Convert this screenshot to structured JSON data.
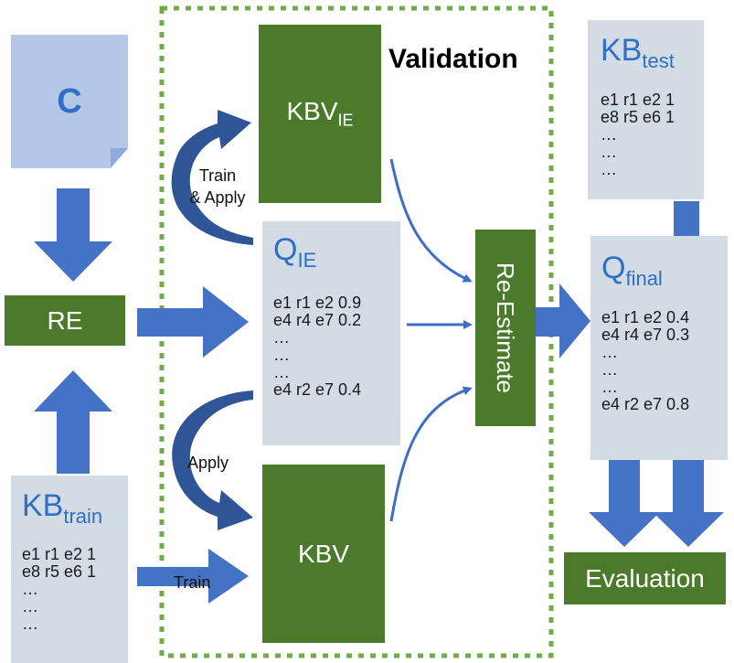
{
  "colors": {
    "green_box": "#4a7a2a",
    "grey_box": "#d3dbe5",
    "blue_arrow": "#3e6fc4",
    "dark_blue_arrow": "#2f5597",
    "dotted_border": "#70ad47",
    "title_blue": "#2e6fc7",
    "doc_blue": "#b4c7e7"
  },
  "corpus": {
    "label": "C"
  },
  "re": {
    "label": "RE"
  },
  "validation": {
    "label": "Validation"
  },
  "kbv_ie": {
    "label": "KBV",
    "sub": "IE"
  },
  "kbv": {
    "label": "KBV"
  },
  "re_estimate": {
    "label": "Re-Estimate"
  },
  "evaluation": {
    "label": "Evaluation"
  },
  "kb_test": {
    "title": "KB",
    "sub": "test",
    "lines": [
      "e1 r1 e2 1",
      "e8 r5 e6 1",
      "…",
      "…",
      "…"
    ]
  },
  "kb_train": {
    "title": "KB",
    "sub": "train",
    "lines": [
      "e1 r1 e2 1",
      "e8 r5 e6 1",
      "…",
      "…",
      "…"
    ]
  },
  "q_ie": {
    "title": "Q",
    "sub": "IE",
    "lines": [
      "e1 r1 e2 0.9",
      "e4 r4 e7 0.2",
      "…",
      "…",
      "…",
      "e4 r2 e7 0.4"
    ]
  },
  "q_final": {
    "title": "Q",
    "sub": "final",
    "lines": [
      "e1 r1 e2 0.4",
      "e4 r4 e7 0.3",
      "…",
      "…",
      "…",
      "e4 r2 e7 0.8"
    ]
  },
  "arrow_labels": {
    "train_apply_1": "Train",
    "train_apply_2": "& Apply",
    "apply": "Apply",
    "train": "Train"
  }
}
